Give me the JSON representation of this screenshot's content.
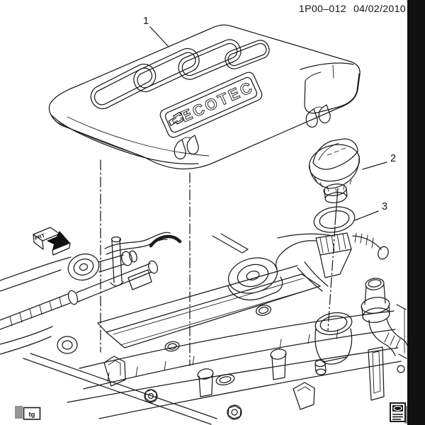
{
  "page": {
    "background": "#ffffff",
    "line_color": "#1c1c1c",
    "sidebar_color": "#000000"
  },
  "header": {
    "plate_id": "1P00–012",
    "date": "04/02/2010"
  },
  "diagram": {
    "cover_badge_text": "ECOTEC",
    "orientation_label": "FRT",
    "callouts": [
      {
        "label": "1"
      },
      {
        "label": "2"
      },
      {
        "label": "3"
      }
    ]
  },
  "footer": {
    "page_tag": "tg"
  }
}
